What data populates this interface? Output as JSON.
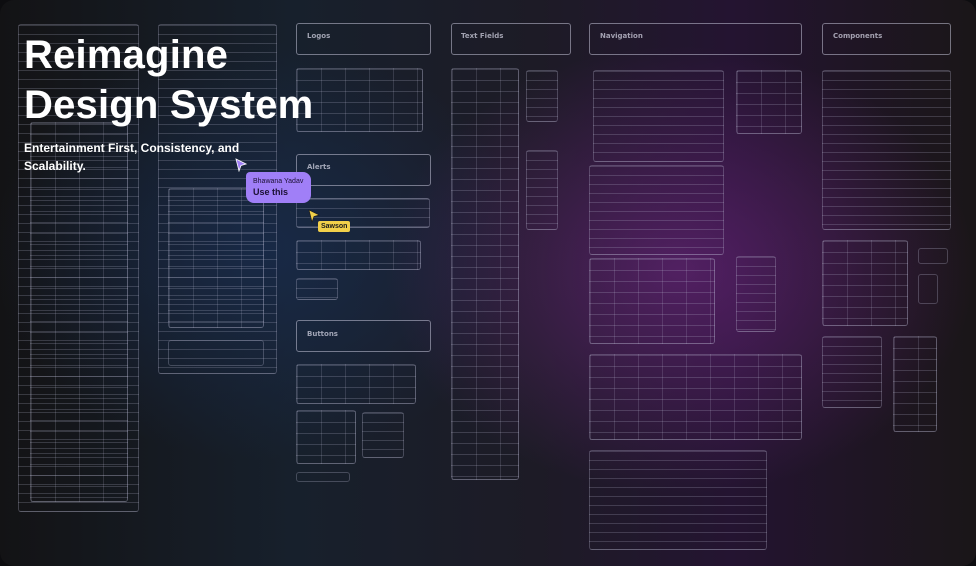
{
  "hero": {
    "title": "Reimagine\nDesign System",
    "subtitle": "Entertainment First, Consistency, and Scalability."
  },
  "sections": {
    "logos": "Logos",
    "alerts": "Alerts",
    "buttons": "Buttons",
    "text_fields": "Text Fields",
    "navigation": "Navigation",
    "components": "Components"
  },
  "collaborators": {
    "bhawana": {
      "name": "Bhawana Yadav",
      "message": "Use this",
      "color": "#a07ff7"
    },
    "sawson": {
      "name": "Sawson",
      "color": "#f2d04a"
    }
  },
  "icons": {
    "cursor_purple": "arrow-pointer-icon",
    "cursor_yellow": "arrow-pointer-icon"
  }
}
